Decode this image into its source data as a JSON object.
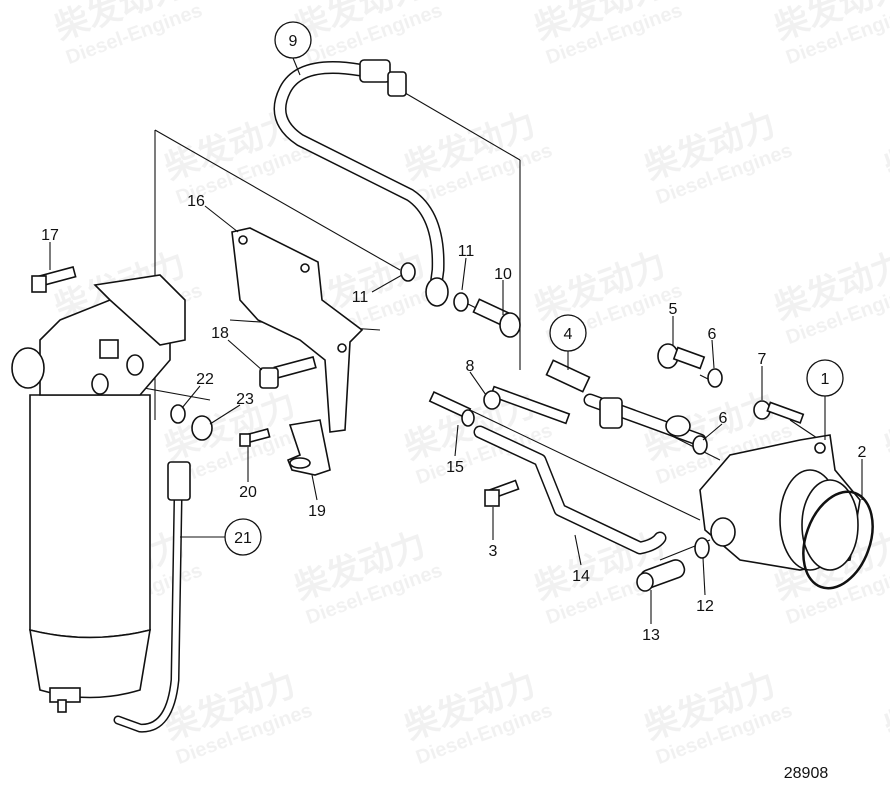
{
  "drawing_number": "28908",
  "watermark": {
    "cn": "柴发动力",
    "en": "Diesel-Engines"
  },
  "callouts": [
    {
      "id": "9",
      "circled": true
    },
    {
      "id": "16",
      "circled": false
    },
    {
      "id": "17",
      "circled": false
    },
    {
      "id": "11",
      "circled": false
    },
    {
      "id": "11",
      "circled": false
    },
    {
      "id": "10",
      "circled": false
    },
    {
      "id": "4",
      "circled": true
    },
    {
      "id": "5",
      "circled": false
    },
    {
      "id": "6",
      "circled": false
    },
    {
      "id": "6",
      "circled": false
    },
    {
      "id": "7",
      "circled": false
    },
    {
      "id": "1",
      "circled": true
    },
    {
      "id": "2",
      "circled": false
    },
    {
      "id": "8",
      "circled": false
    },
    {
      "id": "18",
      "circled": false
    },
    {
      "id": "22",
      "circled": false
    },
    {
      "id": "23",
      "circled": false
    },
    {
      "id": "15",
      "circled": false
    },
    {
      "id": "20",
      "circled": false
    },
    {
      "id": "19",
      "circled": false
    },
    {
      "id": "3",
      "circled": false
    },
    {
      "id": "14",
      "circled": false
    },
    {
      "id": "21",
      "circled": true
    },
    {
      "id": "12",
      "circled": false
    },
    {
      "id": "13",
      "circled": false
    }
  ]
}
